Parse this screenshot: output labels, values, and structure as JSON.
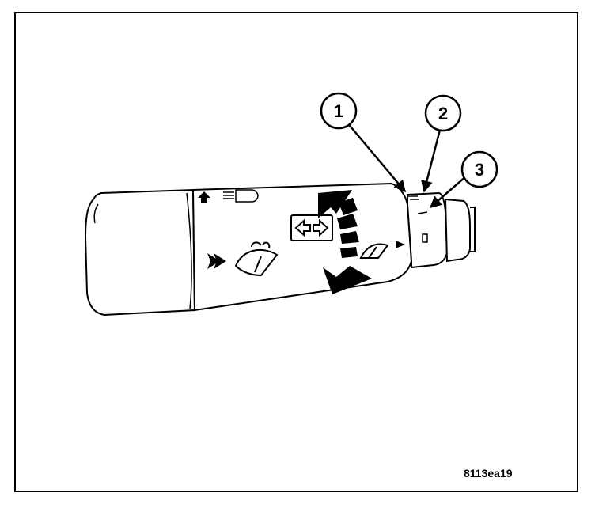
{
  "figure": {
    "id_label": "8113ea19",
    "callouts": [
      {
        "number": "1"
      },
      {
        "number": "2"
      },
      {
        "number": "3"
      }
    ]
  },
  "colors": {
    "ink": "#000000",
    "paper": "#ffffff"
  }
}
